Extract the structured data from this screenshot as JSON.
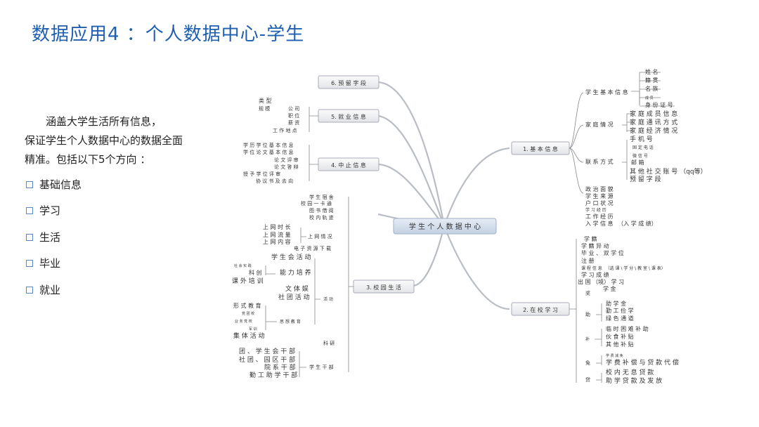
{
  "title": "数据应用4 ：个人数据中心-学生",
  "intro": [
    "涵盖大学生活所有信息，",
    "保证学生个人数据中心的数据全面精准。包括以下5个方向 ："
  ],
  "directions": [
    "基础信息",
    "学习",
    "生活",
    "毕业",
    "就业"
  ],
  "center": "学 生 个 人 数 据 中 心",
  "branches": {
    "b1": "1. 基 本 信 息",
    "b2": "2. 在 校 学 习",
    "b3": "3. 校 园 生 活",
    "b4": "4. 中 止 信 息",
    "b5": "5. 就 业 信 息",
    "b6": "6. 预 留 字 段"
  },
  "b1": {
    "g1": "学 生 基 本 信 息",
    "g1_items": [
      "姓 名",
      "籍 贯",
      "名 族",
      "成 员",
      "身 份 证 号"
    ],
    "g2": "家 庭 情 况",
    "g2_items": [
      "家 庭 成 员 信 息",
      "家 庭 通 讯 方 式",
      "家 庭 经 济 情 况"
    ],
    "g3": "联 系 方 式",
    "g3_items": [
      "手 机 号",
      "固 定 电 话",
      "微 信 号",
      "邮 箱",
      "其 他 社 交 账 号 （qq等）",
      "预 留 字 段"
    ],
    "misc": [
      "政 治 面 貌",
      "学 生 来 源",
      "户 口 状 况",
      "学 习 经 历",
      "工 作 经 历",
      "入 学 信 息 　（入 学 成 绩）"
    ]
  },
  "b2": {
    "items": [
      "学 籍",
      "学 籍 异 动",
      "毕 业 、 双 学 位",
      "注 册",
      "课 程 信 息 　（选 课 \\ 学 分 \\ 教 室 \\ 课 表）",
      "学 习 成 绩",
      "出 国 （境） 学 习",
      "奖",
      "助",
      "补",
      "免",
      "贷"
    ],
    "jiang": [
      "学 金"
    ],
    "zhu": [
      "助 学 金",
      "勤 工 俭 学",
      "绿 色 通 道"
    ],
    "bu": [
      "临 时 困 难 补 助",
      "伙 食 补 贴",
      "其 他 补 贴"
    ],
    "mian": [
      "学 费 减 免",
      "学 费 补 偿 与 贷 款 代 偿"
    ],
    "dai": [
      "校 内 无 息 贷 款",
      "助 学 贷 款 及 发 放"
    ]
  },
  "b3": {
    "top": [
      "学 生 宿 舍",
      "校 园 一 卡 通",
      "图 书 借 阅",
      "校 内 轨 迹"
    ],
    "net": "上 网 情 况",
    "net_items": [
      "上 网 时 长",
      "上 网 流 量",
      "上 网 内 容"
    ],
    "download": "电 子 资 源 下 载",
    "activity": "活 动",
    "act_items": [
      "学 生 会 活 动",
      "能 力 培 养",
      "课 外 培 训",
      "文 体 娱",
      "社 团 活 动",
      "思 想 教 育",
      "集 体 活 动"
    ],
    "ability_sub": [
      "社 会 实 践",
      "科 创"
    ],
    "idea_sub": [
      "形 式 教 育",
      "党 团 校",
      "业 务 党 校",
      "军 训"
    ],
    "research": "科 研",
    "cadre": "学 生 干 部",
    "cadre_items": [
      "团 、 学 生 会 干 部",
      "社 团 、 园 区 干 部",
      "院 系 干 部",
      "勤 工 助 学 干 部"
    ]
  },
  "b4": {
    "items": [
      "学 历 学 位 基 本 信 息",
      "学 位 论 文 基 本 信 息",
      "论 文 评 审",
      "论 文 答 辩",
      "授 予 学 位 评 审",
      "协 议 书 及 去 向"
    ]
  },
  "b5": {
    "items": [
      "类 型",
      "规 模",
      "公 司",
      "职 位",
      "薪 资",
      "工 作 地 点"
    ]
  }
}
